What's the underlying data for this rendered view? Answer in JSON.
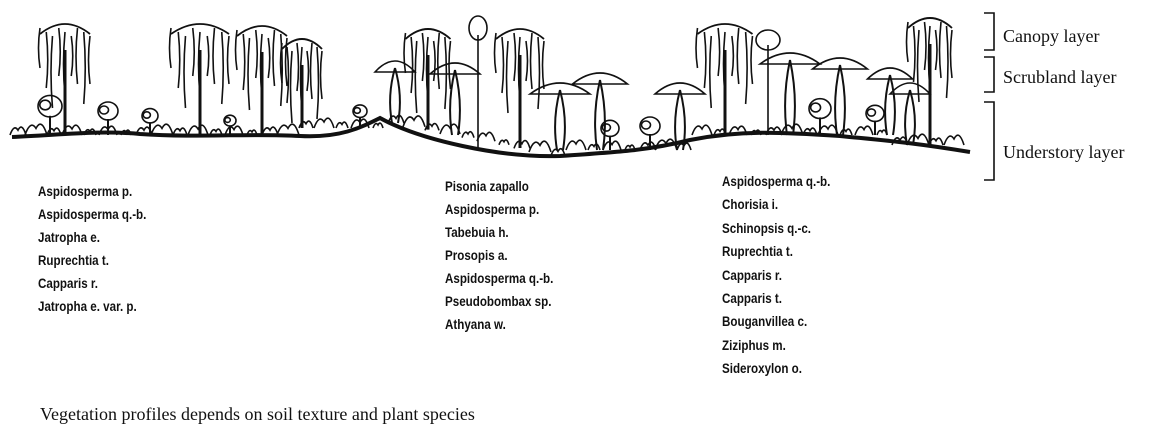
{
  "layers": {
    "canopy": "Canopy layer",
    "scrubland": "Scrubland layer",
    "understory": "Understory layer"
  },
  "columns": [
    {
      "species": [
        "Aspidosperma p.",
        "Aspidosperma q.-b.",
        "Jatropha e.",
        "Ruprechtia t.",
        "Capparis r.",
        "Jatropha e. var. p."
      ]
    },
    {
      "species": [
        "Pisonia zapallo",
        "Aspidosperma p.",
        "Tabebuia h.",
        "Prosopis a.",
        "Aspidosperma q.-b.",
        "Pseudobombax sp.",
        "Athyana w."
      ]
    },
    {
      "species": [
        "Aspidosperma q.-b.",
        "Chorisia i.",
        "Schinopsis q.-c.",
        "Ruprechtia t.",
        "Capparis r.",
        "Capparis t.",
        "Bouganvillea c.",
        "Ziziphus m.",
        "Sideroxylon o."
      ]
    }
  ],
  "caption": "Vegetation profiles depends on soil texture and plant species"
}
